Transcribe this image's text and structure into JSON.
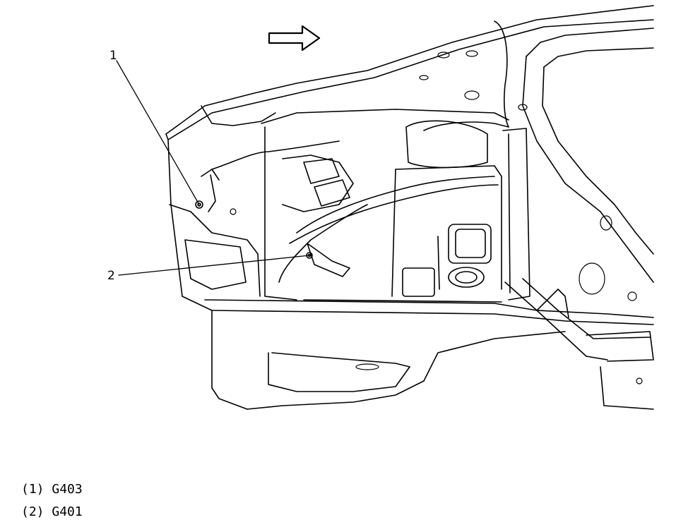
{
  "callouts": [
    {
      "number": "1"
    },
    {
      "number": "2"
    }
  ],
  "legend": [
    {
      "number": "(1)",
      "label": "G403"
    },
    {
      "number": "(2)",
      "label": "G401"
    }
  ]
}
